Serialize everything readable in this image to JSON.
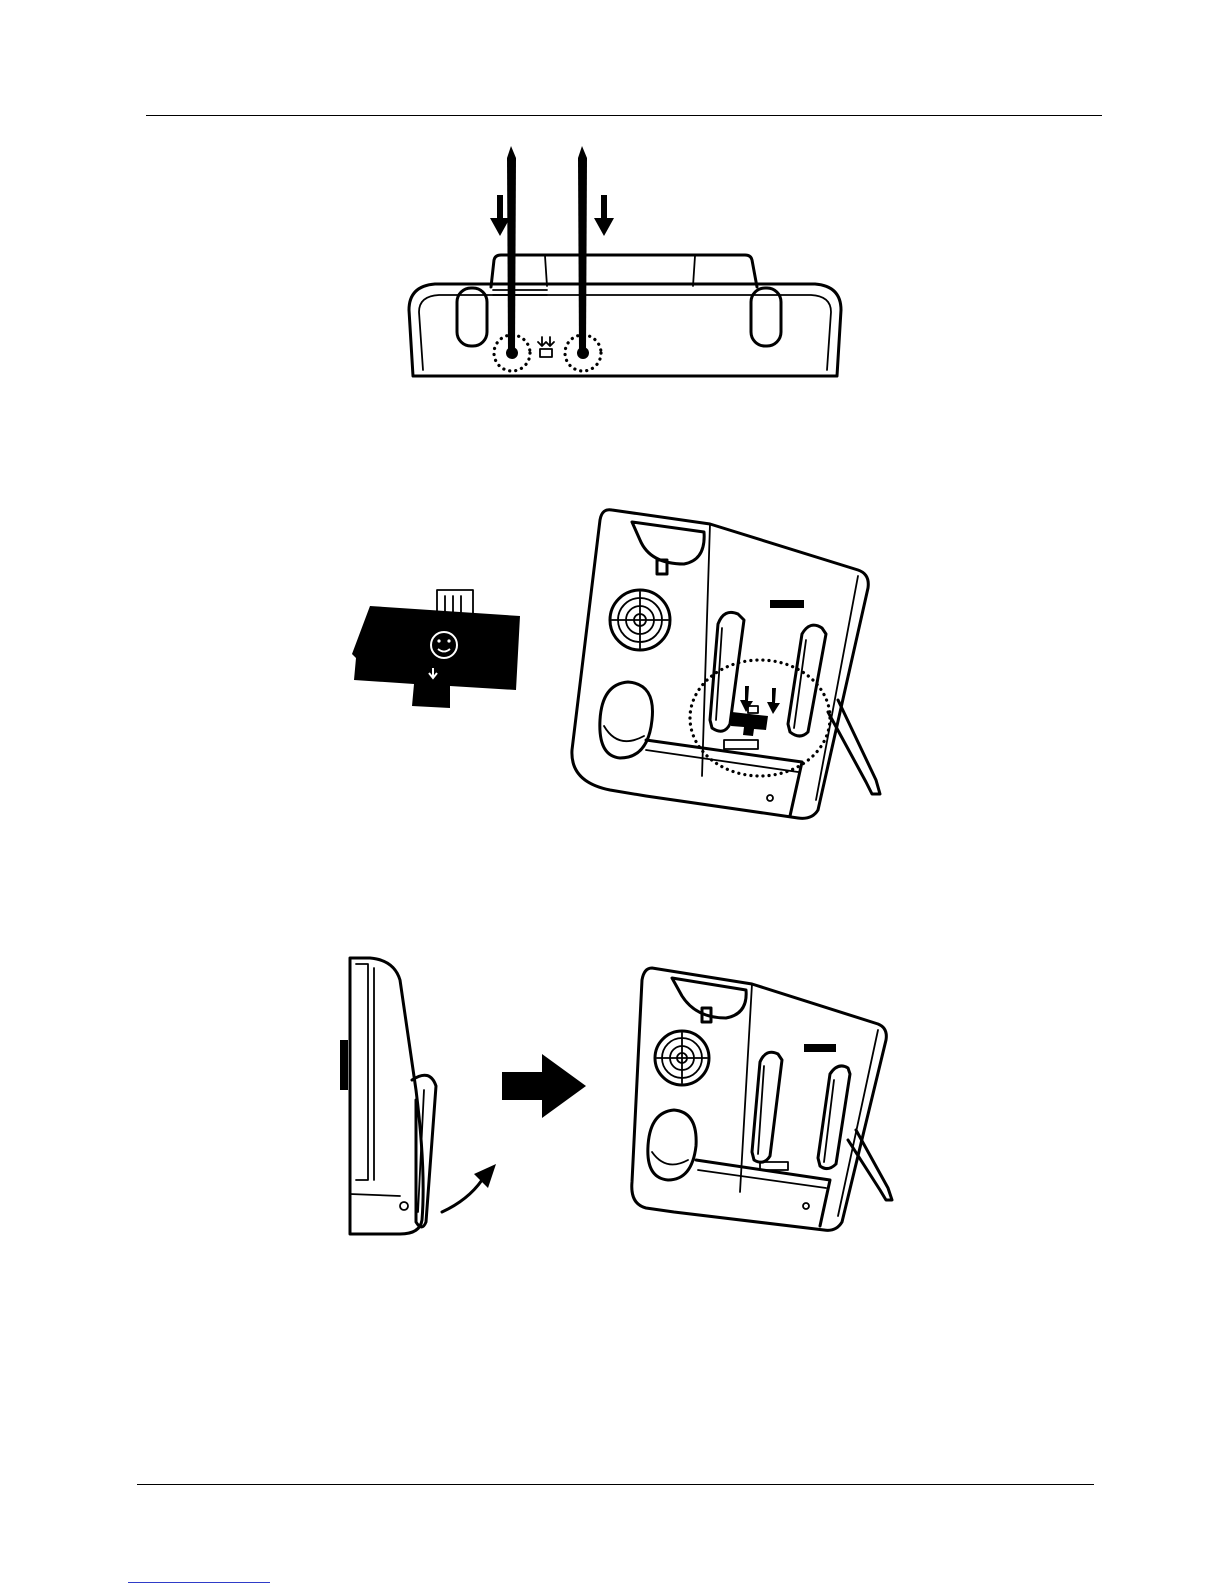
{
  "page": {
    "header_rule": true,
    "footer_rule": true,
    "footer_link_text": ""
  },
  "figures": [
    {
      "id": "figure-1",
      "icon": "stand-pins-insertion-illustration"
    },
    {
      "id": "figure-2",
      "icon": "card-module-insertion-illustration"
    },
    {
      "id": "figure-3",
      "icon": "stand-unfold-illustration"
    }
  ],
  "colors": {
    "ink": "#000000",
    "paper": "#ffffff",
    "link": "#2f3cc8"
  }
}
